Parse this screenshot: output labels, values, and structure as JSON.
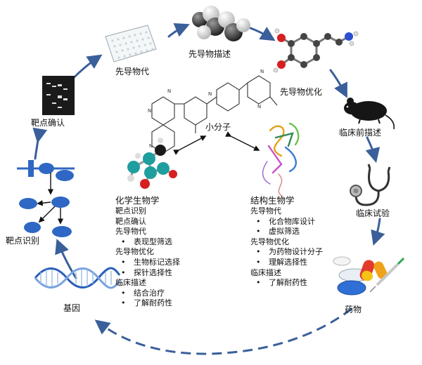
{
  "cycle": {
    "lead_discovery": "先导物描述",
    "lead_optimization": "先导物优化",
    "preclinical": "临床前描述",
    "clinical_trial": "临床试验",
    "drug": "药物",
    "gene": "基因",
    "target_identification": "靶点识别",
    "target_validation": "靶点确认",
    "lead_generation": "先导物代"
  },
  "center": {
    "small_molecule": "小分子"
  },
  "chemical_biology": {
    "title": "化学生物学",
    "lines": [
      {
        "text": "靶点识别",
        "bullet": false
      },
      {
        "text": "靶点确认",
        "bullet": false
      },
      {
        "text": "先导物代",
        "bullet": false
      },
      {
        "text": "表现型筛选",
        "bullet": true
      },
      {
        "text": "先导物优化",
        "bullet": false
      },
      {
        "text": "生物标记选择",
        "bullet": true
      },
      {
        "text": "探针选择性",
        "bullet": true
      },
      {
        "text": "临床描述",
        "bullet": false
      },
      {
        "text": "结合治疗",
        "bullet": true
      },
      {
        "text": "了解耐药性",
        "bullet": true
      }
    ]
  },
  "structural_biology": {
    "title": "结构生物学",
    "lines": [
      {
        "text": "先导物代",
        "bullet": false
      },
      {
        "text": "化合物库设计",
        "bullet": true
      },
      {
        "text": "虚拟筛选",
        "bullet": true
      },
      {
        "text": "先导物优化",
        "bullet": false
      },
      {
        "text": "为药物设计分子",
        "bullet": true
      },
      {
        "text": "理解选择性",
        "bullet": true
      },
      {
        "text": "临床描述",
        "bullet": false
      },
      {
        "text": "了解耐药性",
        "bullet": true
      }
    ]
  },
  "colors": {
    "cycle_arrow": "#3a5f9a",
    "node_blue": "#2f67c4",
    "dna_blue": "#2a5fb8"
  }
}
